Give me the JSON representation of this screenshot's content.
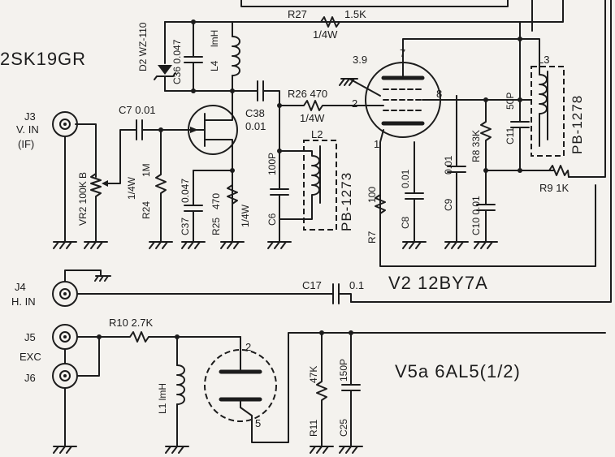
{
  "title_transistor": "2SK19GR",
  "tube_v2": "V2 12BY7A",
  "tube_v5a": "V5a 6AL5(1/2)",
  "connectors": {
    "j3": "J3",
    "j3_label1": "V. IN",
    "j3_label2": "(IF)",
    "j4": "J4",
    "j4_label": "H. IN",
    "j5": "J5",
    "exc": "EXC",
    "j6": "J6"
  },
  "components": {
    "d2": "D2 WZ-110",
    "c36": "C36 0.047",
    "l4": "L4",
    "l4_val": "lmH",
    "r27": "R27",
    "r27_val": "1.5K",
    "r27_w": "1/4W",
    "c7": "C7 0.01",
    "c38": "C38",
    "c38_val": "0.01",
    "vr2": "VR2 100K B",
    "r24_w": "1/4W",
    "r24_val": "1M",
    "r24": "R24",
    "c37": "C37",
    "c37_val": "0.047",
    "r25": "R25",
    "r25_val": "470",
    "r25_w": "1/4W",
    "r26": "R26 470",
    "r26_w": "1/4W",
    "c6": "C6",
    "c6_val": "100P",
    "l2": "L2",
    "l2_part": "PB-1273",
    "pin_39": "3.9",
    "r7": "R7",
    "r7_val": "100",
    "c8": "C8",
    "c8_val": "0.01",
    "c9": "C9",
    "c9_val": "0.01",
    "r8": "R8 33K",
    "c10": "C10 0.01",
    "c11": "C11",
    "c11_val": "50P",
    "l3": "L3",
    "l3_part": "PB-1278",
    "r9": "R9 1K",
    "c17": "C17",
    "c17_val": "0.1",
    "r10": "R10 2.7K",
    "l1": "L1 lmH",
    "r11": "R11",
    "r11_val": "47K",
    "c25": "C25",
    "c25_val": "150P"
  },
  "pins": {
    "p7": "7",
    "p2": "2",
    "p8": "8",
    "p1": "1",
    "v5_p2": "2",
    "v5_p5": "5"
  }
}
